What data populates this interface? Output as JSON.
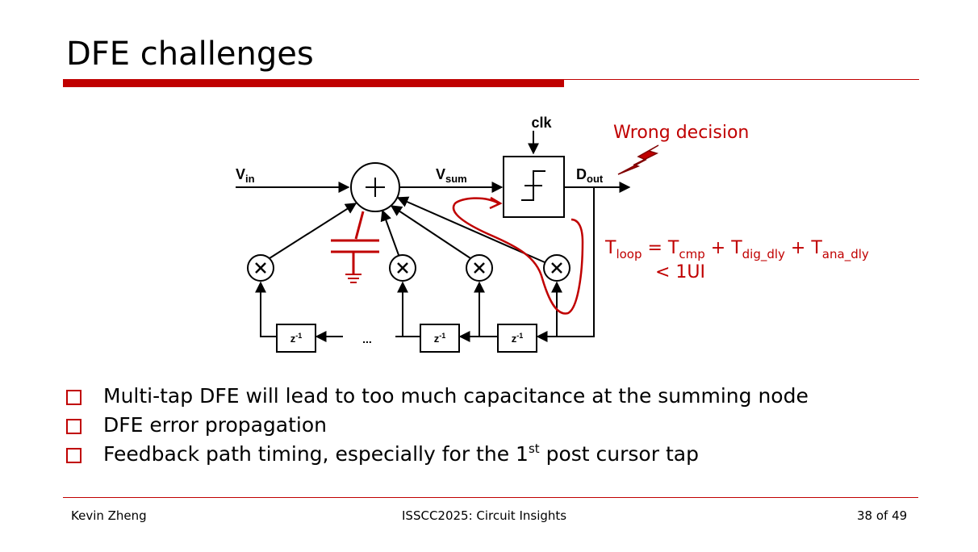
{
  "slide": {
    "title": "DFE challenges"
  },
  "diagram": {
    "clk": "clk",
    "vin": "V",
    "vin_sub": "in",
    "vsum": "V",
    "vsum_sub": "sum",
    "dout": "D",
    "dout_sub": "out",
    "delay": "z",
    "delay_exp": "-1",
    "ellipsis": "...",
    "wrong_decision": "Wrong decision",
    "eq_t": "T",
    "eq_loop": "loop",
    "eq_equals": " = ",
    "eq_cmp": "cmp",
    "eq_plus": " + ",
    "eq_dig": "dig_dly",
    "eq_ana": "ana_dly",
    "eq_line2": "< 1UI"
  },
  "bullets": {
    "b1": "Multi-tap DFE will lead to too much capacitance at the summing node",
    "b2": "DFE error propagation",
    "b3_pre": "Feedback path timing, especially for the 1",
    "b3_sup": "st",
    "b3_post": " post cursor tap"
  },
  "footer": {
    "author": "Kevin Zheng",
    "event": "ISSCC2025: Circuit Insights",
    "page": "38 of 49"
  },
  "colors": {
    "accent": "#c00000"
  }
}
